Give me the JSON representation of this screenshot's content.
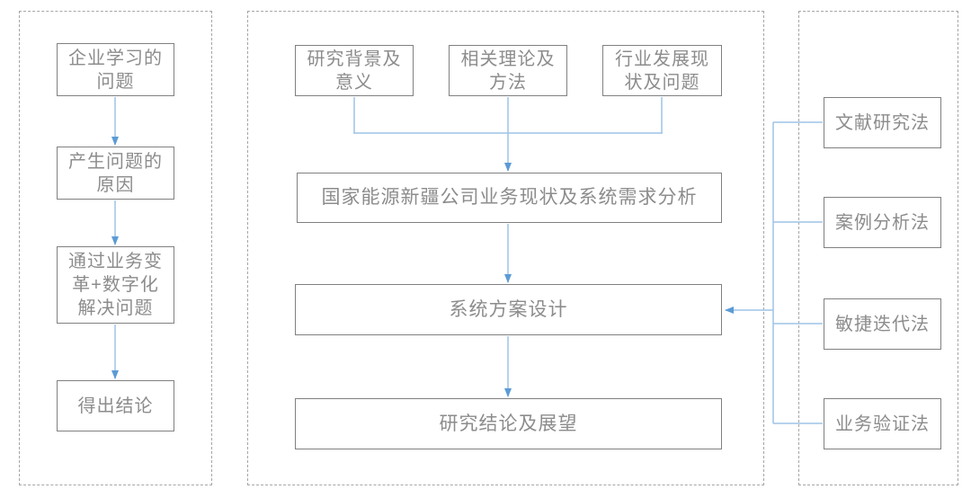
{
  "diagram": {
    "type": "flowchart",
    "colors": {
      "connector_line": "#9dc3e6",
      "arrowhead": "#5b9bd5",
      "box_border": "#808080",
      "panel_border": "#a6a6a6",
      "text": "#8c8c8c",
      "background": "#ffffff"
    },
    "left_panel": {
      "boxes": [
        {
          "label": "企业学习的\n问题"
        },
        {
          "label": "产生问题的\n原因"
        },
        {
          "label": "通过业务变\n革+数字化\n解决问题"
        },
        {
          "label": "得出结论"
        }
      ]
    },
    "middle_panel": {
      "top_boxes": [
        {
          "label": "研究背景及\n意义"
        },
        {
          "label": "相关理论及\n方法"
        },
        {
          "label": "行业发展现\n状及问题"
        }
      ],
      "flow_boxes": [
        {
          "label": "国家能源新疆公司业务现状及系统需求分析"
        },
        {
          "label": "系统方案设计"
        },
        {
          "label": "研究结论及展望"
        }
      ]
    },
    "right_panel": {
      "boxes": [
        {
          "label": "文献研究法"
        },
        {
          "label": "案例分析法"
        },
        {
          "label": "敏捷迭代法"
        },
        {
          "label": "业务验证法"
        }
      ]
    }
  }
}
